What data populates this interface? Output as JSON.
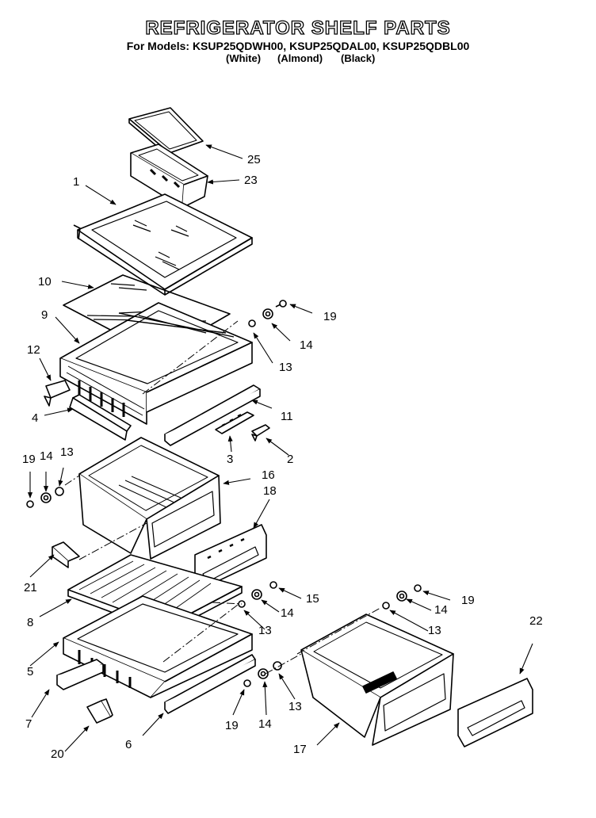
{
  "header": {
    "title": "REFRIGERATOR SHELF PARTS",
    "subtitle": "For Models: KSUP25QDWH00, KSUP25QDAL00, KSUP25QDBL00",
    "colors": [
      "(White)",
      "(Almond)",
      "(Black)"
    ]
  },
  "callouts": {
    "p25": "25",
    "p23": "23",
    "p1": "1",
    "p10": "10",
    "p9": "9",
    "p19a": "19",
    "p14a": "14",
    "p13a": "13",
    "p12": "12",
    "p4": "4",
    "p11": "11",
    "p3": "3",
    "p2": "2",
    "p19b": "19",
    "p14b": "14",
    "p13b": "13",
    "p16": "16",
    "p18": "18",
    "p21": "21",
    "p8": "8",
    "p15": "15",
    "p14c": "14",
    "p13c": "13",
    "p19c": "19",
    "p14d": "14",
    "p13d": "13",
    "p22": "22",
    "p5": "5",
    "p7": "7",
    "p20": "20",
    "p6": "6",
    "p19d": "19",
    "p14e": "14",
    "p13e": "13",
    "p17": "17"
  }
}
